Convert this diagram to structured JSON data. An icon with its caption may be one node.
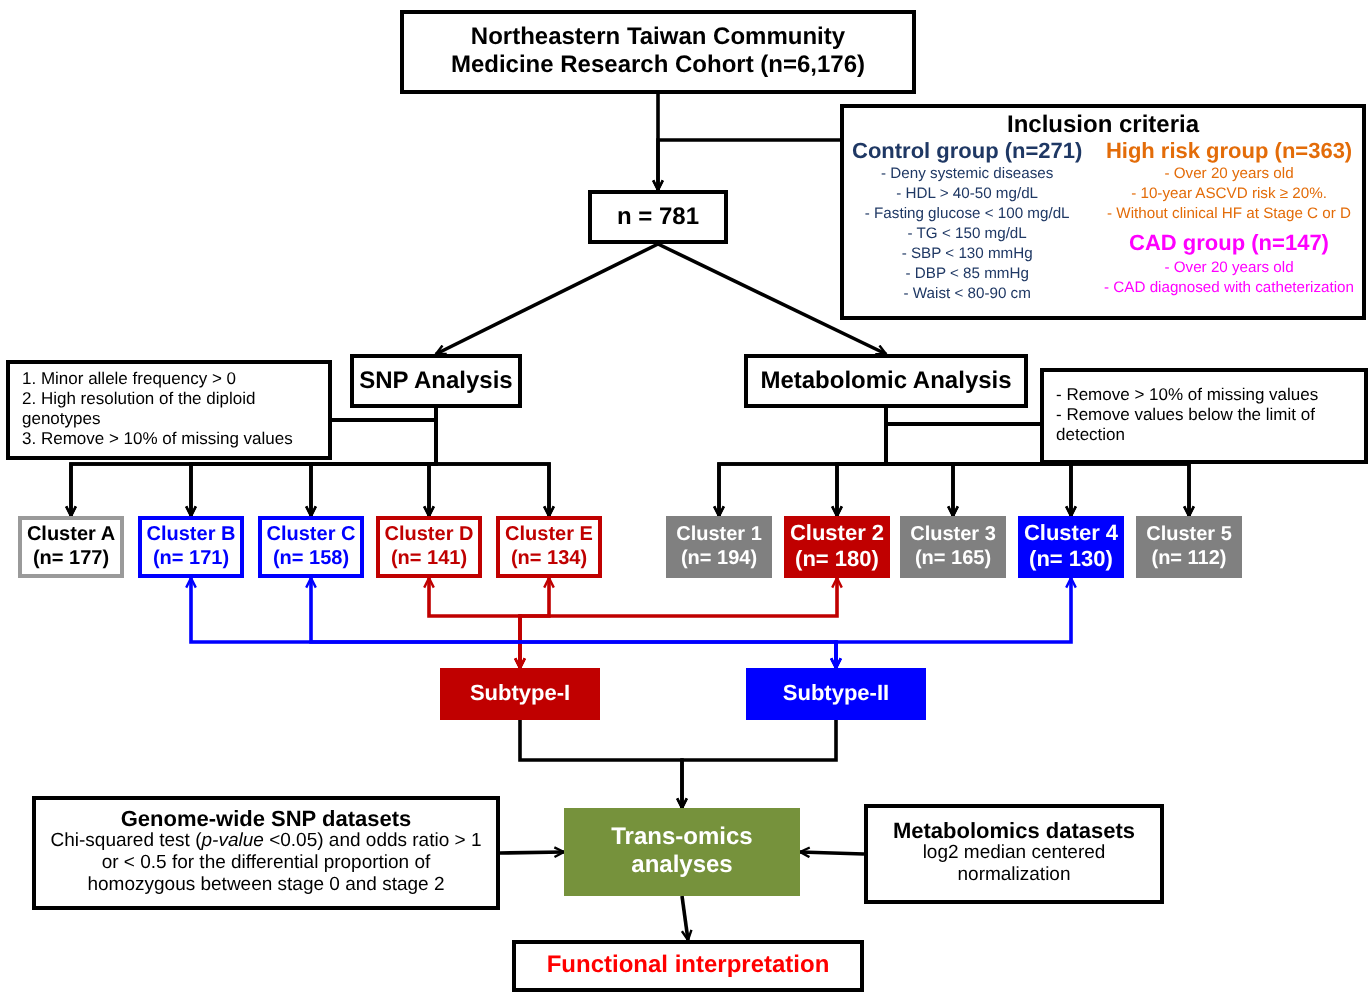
{
  "diagram": {
    "nodes": [
      {
        "text": [
          "Northeastern Taiwan Community Medicine Research Cohort (n=6,176)"
        ]
      },
      {
        "text": [
          "Inclusion criteria",
          "Control group (n=271)",
          "- Deny systemic diseases",
          "- HDL > 40-50 mg/dL",
          "- Fasting glucose < 100 mg/dL",
          "- TG < 150 mg/dL",
          "- SBP < 130 mmHg",
          "- DBP < 85 mmHg",
          "- Waist < 80-90 cm",
          "High risk group (n=363)",
          "- Over 20 years old",
          "- 10-year ASCVD risk ≥ 20%.",
          "- Without clinical HF at Stage C or D",
          "CAD group (n=147)",
          "- Over 20 years old",
          "- CAD diagnosed with catheterization"
        ]
      },
      {
        "text": [
          "n = 781"
        ]
      },
      {
        "text": [
          "SNP Analysis"
        ]
      },
      {
        "text": [
          "Metabolomic Analysis"
        ]
      },
      {
        "text": [
          "1. Minor allele frequency > 0",
          "2. High resolution of the diploid genotypes",
          "3. Remove > 10% of missing values"
        ]
      },
      {
        "text": [
          "Cluster A",
          "(n= 177)"
        ]
      },
      {
        "text": [
          "Cluster B",
          "(n= 171)"
        ]
      },
      {
        "text": [
          "Cluster C",
          "(n= 158)"
        ]
      },
      {
        "text": [
          "Cluster D",
          "(n= 141)"
        ]
      },
      {
        "text": [
          "Cluster E",
          "(n= 134)"
        ]
      },
      {
        "text": [
          "- Remove > 10% of missing values",
          "- Remove values below the limit of detection"
        ]
      },
      {
        "text": [
          "Cluster 1",
          "(n= 194)"
        ]
      },
      {
        "text": [
          "Cluster 2",
          "(n= 180)"
        ]
      },
      {
        "text": [
          "Cluster 3",
          "(n= 165)"
        ]
      },
      {
        "text": [
          "Cluster 4",
          "(n= 130)"
        ]
      },
      {
        "text": [
          "Cluster 5",
          "(n= 112)"
        ]
      },
      {
        "text": [
          "Subtype-I"
        ]
      },
      {
        "text": [
          "Subtype-II"
        ]
      },
      {
        "text": [
          "Genome-wide SNP datasets",
          "Chi-squared test (*p-value* <0.05) and odds ratio > 1 or < 0.5 for the differential proportion of homozygous between stage 0 and stage 2"
        ]
      },
      {
        "text": [
          "Trans-omics analyses"
        ]
      },
      {
        "text": [
          "Metabolomics datasets",
          "log2 median centered normalization"
        ]
      },
      {
        "text": [
          "Functional interpretation"
        ]
      }
    ],
    "edges": [
      {
        "from": 0,
        "to": 2,
        "arrow": "to"
      },
      {
        "from": 1,
        "to": 2,
        "arrow": "to"
      },
      {
        "from": 2,
        "to": 3,
        "arrow": "to"
      },
      {
        "from": 2,
        "to": 4,
        "arrow": "to"
      },
      {
        "from": 3,
        "to": 6,
        "arrow": "to"
      },
      {
        "from": 3,
        "to": 7,
        "arrow": "to"
      },
      {
        "from": 3,
        "to": 8,
        "arrow": "to"
      },
      {
        "from": 3,
        "to": 9,
        "arrow": "to"
      },
      {
        "from": 3,
        "to": 10,
        "arrow": "to"
      },
      {
        "from": 5,
        "to": 6,
        "arrow": "to"
      },
      {
        "from": 5,
        "to": 7,
        "arrow": "to"
      },
      {
        "from": 5,
        "to": 8,
        "arrow": "to"
      },
      {
        "from": 5,
        "to": 9,
        "arrow": "to"
      },
      {
        "from": 5,
        "to": 10,
        "arrow": "to"
      },
      {
        "from": 4,
        "to": 12,
        "arrow": "to"
      },
      {
        "from": 4,
        "to": 13,
        "arrow": "to"
      },
      {
        "from": 4,
        "to": 14,
        "arrow": "to"
      },
      {
        "from": 4,
        "to": 15,
        "arrow": "to"
      },
      {
        "from": 4,
        "to": 16,
        "arrow": "to"
      },
      {
        "from": 11,
        "to": 12,
        "arrow": "to"
      },
      {
        "from": 11,
        "to": 13,
        "arrow": "to"
      },
      {
        "from": 11,
        "to": 14,
        "arrow": "to"
      },
      {
        "from": 11,
        "to": 15,
        "arrow": "to"
      },
      {
        "from": 11,
        "to": 16,
        "arrow": "to"
      },
      {
        "from": 9,
        "to": 17,
        "arrow": "both",
        "color": "#c00000"
      },
      {
        "from": 10,
        "to": 17,
        "arrow": "both",
        "color": "#c00000"
      },
      {
        "from": 13,
        "to": 17,
        "arrow": "both",
        "color": "#c00000"
      },
      {
        "from": 7,
        "to": 18,
        "arrow": "both",
        "color": "#0000ff"
      },
      {
        "from": 8,
        "to": 18,
        "arrow": "both",
        "color": "#0000ff"
      },
      {
        "from": 15,
        "to": 18,
        "arrow": "both",
        "color": "#0000ff"
      },
      {
        "from": 17,
        "to": 20,
        "arrow": "to"
      },
      {
        "from": 18,
        "to": 20,
        "arrow": "to"
      },
      {
        "from": 19,
        "to": 20,
        "arrow": "to"
      },
      {
        "from": 21,
        "to": 20,
        "arrow": "to"
      },
      {
        "from": 20,
        "to": 22,
        "arrow": "to"
      }
    ]
  }
}
